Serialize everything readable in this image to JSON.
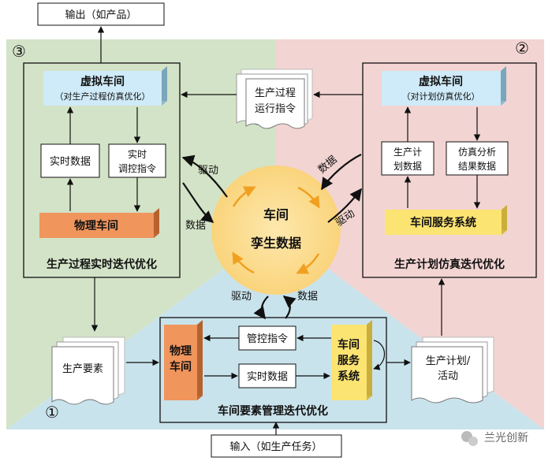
{
  "io": {
    "output": "输出（如产品）",
    "input": "输入（如生产任务）"
  },
  "markers": {
    "one": "①",
    "two": "②",
    "three": "③"
  },
  "center": {
    "line1": "车间",
    "line2": "孪生数据"
  },
  "panel3": {
    "virtual_title": "虚拟车间",
    "virtual_sub": "（对生产过程仿真优化）",
    "realtime_data": "实时数据",
    "control_line1": "实时",
    "control_line2": "调控指令",
    "physical": "物理车间",
    "caption": "生产过程实时迭代优化"
  },
  "panel2": {
    "virtual_title": "虚拟车间",
    "virtual_sub": "（对计划仿真优化）",
    "plan_line1": "生产计",
    "plan_line2": "划数据",
    "sim_line1": "仿真分析",
    "sim_line2": "结果数据",
    "service": "车间服务系统",
    "caption": "生产计划仿真迭代优化"
  },
  "panel1": {
    "physical_line1": "物理",
    "physical_line2": "车间",
    "control": "管控指令",
    "realtime": "实时数据",
    "service_line1": "车间",
    "service_line2": "服务",
    "service_line3": "系统",
    "caption": "车间要素管理迭代优化"
  },
  "docs": {
    "run_line1": "生产过程",
    "run_line2": "运行指令",
    "elements": "生产要素",
    "plan_line1": "生产计划/",
    "plan_line2": "活动"
  },
  "flow_labels": {
    "drive_left": "驱动",
    "data_left": "数据",
    "data_right_top": "数据",
    "drive_right": "驱动",
    "drive_bottom": "驱动",
    "data_bottom": "数据"
  },
  "watermark": "兰光创新",
  "colors": {
    "green_region": "#d3e3c7",
    "pink_region": "#f2d4d2",
    "blue_region": "#c9e3ec",
    "virtual_box": "#cfeaf8",
    "physical_box": "#f0955c",
    "service_box": "#fce472",
    "center_circle": "#fcdc8a",
    "arrow_orange": "#f0a020"
  }
}
